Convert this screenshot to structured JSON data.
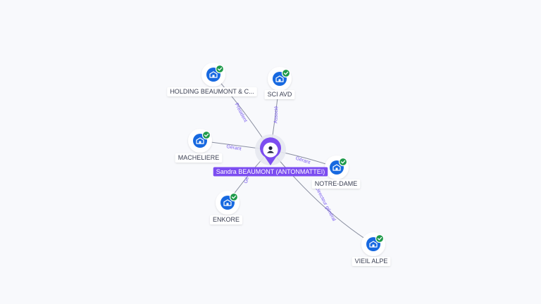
{
  "colors": {
    "company_blue": "#1769e0",
    "verified_green": "#1e9a4a",
    "person_purple": "#7c4df0",
    "edge_label": "#7a5cf0"
  },
  "center": {
    "name": "Sandra BEAUMONT (ANTONMATTEI)",
    "icon": "person-icon"
  },
  "nodes": [
    {
      "id": "holding",
      "label": "HOLDING BEAUMONT & C...",
      "icon": "building-icon",
      "verified": true
    },
    {
      "id": "sci-avd",
      "label": "SCI AVD",
      "icon": "building-icon",
      "verified": true
    },
    {
      "id": "macheliere",
      "label": "MACHELIERE",
      "icon": "building-icon",
      "verified": true
    },
    {
      "id": "notre-dame",
      "label": "NOTRE-DAME",
      "icon": "building-icon",
      "verified": true
    },
    {
      "id": "enkore",
      "label": "ENKORE",
      "icon": "building-icon",
      "verified": true
    },
    {
      "id": "vieil-alpe",
      "label": "VIEIL ALPE",
      "icon": "building-icon",
      "verified": true
    }
  ],
  "edges": [
    {
      "to": "holding",
      "label": "Président"
    },
    {
      "to": "sci-avd",
      "label": "Associé"
    },
    {
      "to": "macheliere",
      "label": "Gérant"
    },
    {
      "to": "notre-dame",
      "label": "Gérant"
    },
    {
      "to": "enkore",
      "label": "Gé"
    },
    {
      "to": "vieil-alpe",
      "label": "Directeur général"
    }
  ]
}
